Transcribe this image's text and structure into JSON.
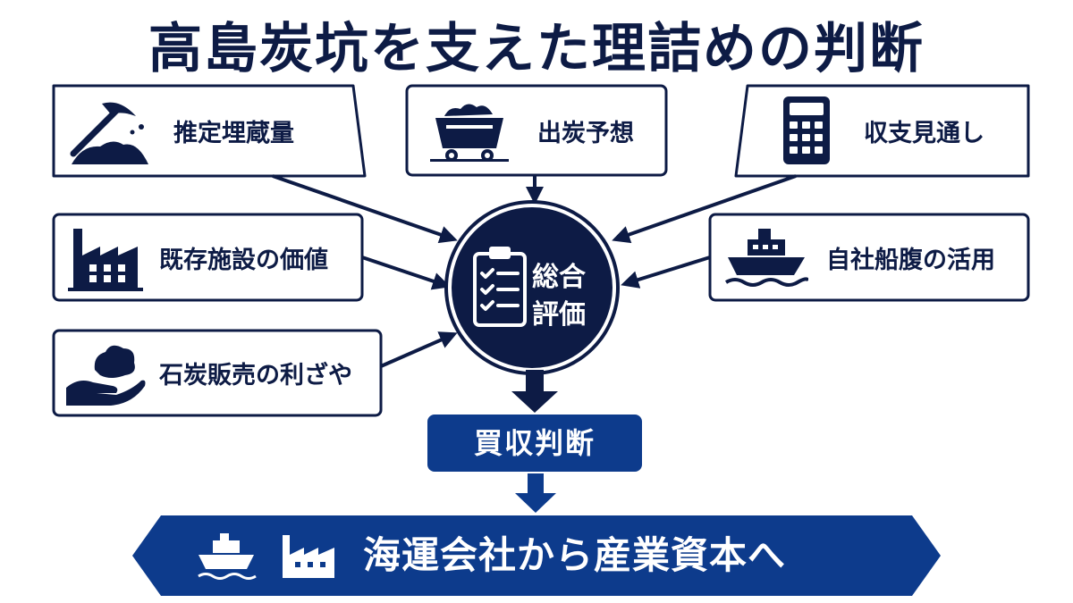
{
  "title": "高島炭坑を支えた理詰めの判断",
  "factors": [
    {
      "label": "推定埋蔵量",
      "icon": "pickaxe-coal-icon"
    },
    {
      "label": "出炭予想",
      "icon": "coal-cart-icon"
    },
    {
      "label": "収支見通し",
      "icon": "calculator-icon"
    },
    {
      "label": "既存施設の価値",
      "icon": "factory-icon"
    },
    {
      "label": "自社船腹の活用",
      "icon": "ship-icon"
    },
    {
      "label": "石炭販売の利ざや",
      "icon": "hand-coal-icon"
    }
  ],
  "hub": {
    "line1": "総合",
    "line2": "評価",
    "icon": "checklist-clipboard-icon"
  },
  "decision": {
    "label": "買収判断"
  },
  "result": {
    "label": "海運会社から産業資本へ",
    "icons": [
      "ship-icon",
      "factory-icon"
    ]
  },
  "colors": {
    "navy": "#0d1b45",
    "blue": "#0d3b8c",
    "white": "#ffffff"
  }
}
